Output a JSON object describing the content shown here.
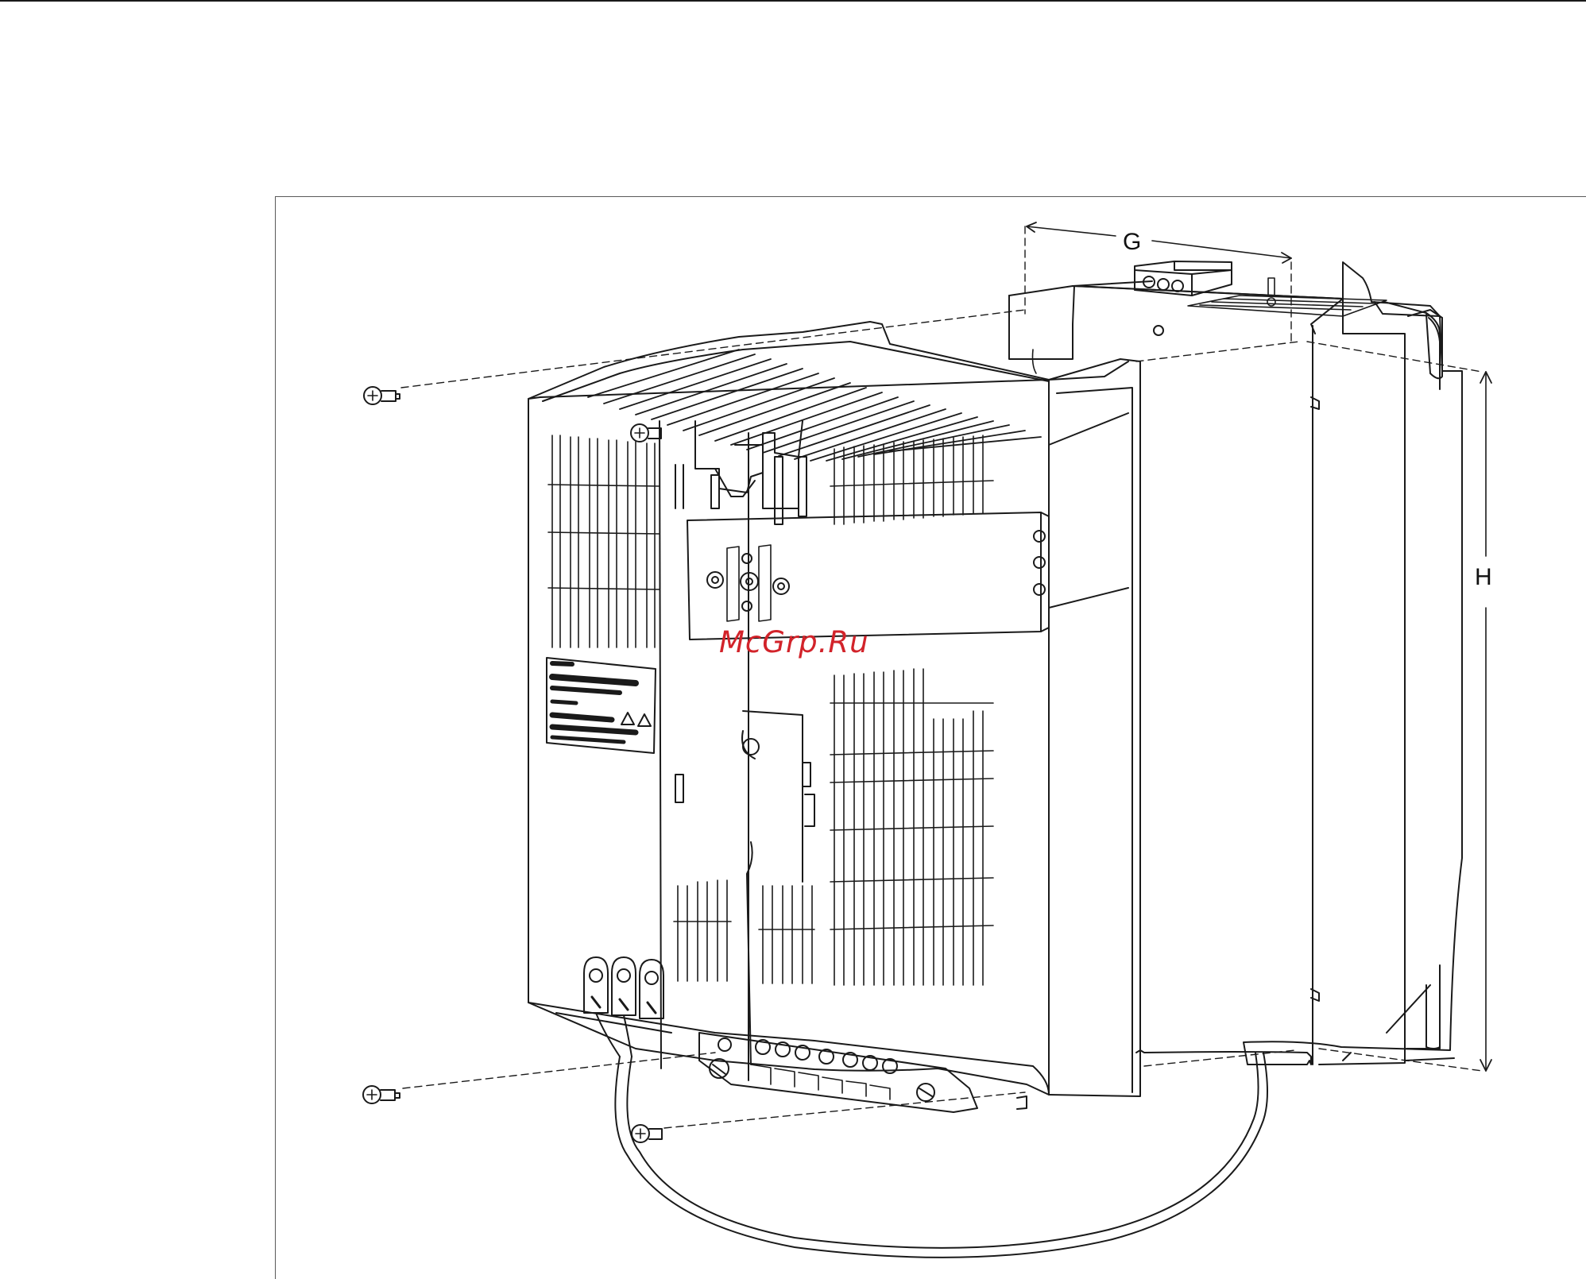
{
  "figure": {
    "dimension_labels": {
      "width": "G",
      "height": "H"
    },
    "watermark": "McGrp.Ru",
    "icons": [
      "screw-icon",
      "warning-triangle-icon",
      "ground-lug-icon",
      "terminal-block-icon"
    ]
  }
}
